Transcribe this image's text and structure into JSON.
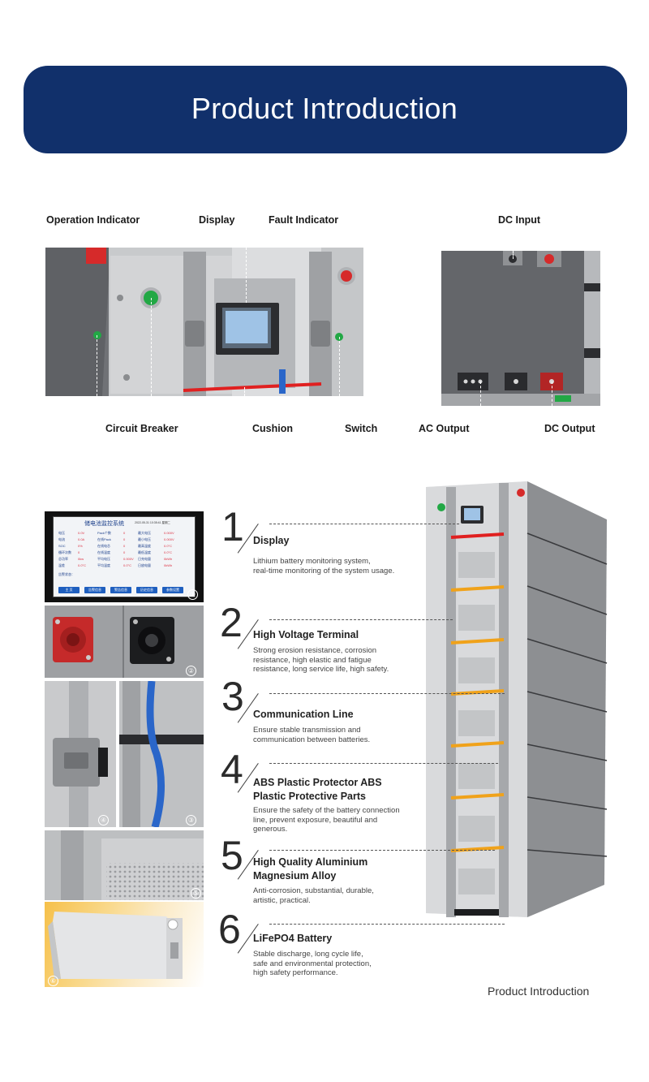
{
  "header": {
    "title": "Product Introduction"
  },
  "front_labels": {
    "operation_indicator": "Operation Indicator",
    "display": "Display",
    "fault_indicator": "Fault Indicator",
    "circuit_breaker": "Circuit Breaker",
    "cushion": "Cushion",
    "switch": "Switch"
  },
  "side_labels": {
    "dc_input": "DC Input",
    "ac_output": "AC Output",
    "dc_output": "DC Output"
  },
  "thumbnails": {
    "badges": [
      "①",
      "②",
      "④",
      "③",
      "⑤",
      "⑥"
    ],
    "screen": {
      "title": "储电池监控系统",
      "datetime": "2022-05-31 10:35:41 星期二",
      "rows": [
        [
          "电压",
          "0.0V",
          "Pack个数",
          "0",
          "最大电压",
          "0.000V"
        ],
        [
          "电流",
          "0.0A",
          "在线Pack",
          "0",
          "最小电压",
          "0.000V"
        ],
        [
          "SOC",
          "0%",
          "在线电芯",
          "0",
          "最高温度",
          "0.0°C"
        ],
        [
          "循环次数",
          "0",
          "在线温度",
          "0",
          "最低温度",
          "0.0°C"
        ],
        [
          "总功率",
          "0kw",
          "平均电压",
          "0.000V",
          "日充电量",
          "0kWh"
        ],
        [
          "温差",
          "0.0°C",
          "平均温度",
          "0.0°C",
          "日放电量",
          "0kWh"
        ]
      ],
      "status": "告警状态：",
      "buttons": [
        "主 页",
        "告警信息",
        "警告信息",
        "历史信息",
        "参数设置"
      ]
    }
  },
  "features": [
    {
      "num": "1",
      "title": "Display",
      "desc": [
        "Lithium battery monitoring system,",
        "real-time monitoring of the system usage."
      ]
    },
    {
      "num": "2",
      "title": "High Voltage Terminal",
      "desc": [
        "Strong erosion resistance, corrosion",
        "resistance, high elastic and fatigue",
        "resistance, long service life, high safety."
      ]
    },
    {
      "num": "3",
      "title": "Communication Line",
      "desc": [
        "Ensure stable transmission and",
        "communication between batteries."
      ]
    },
    {
      "num": "4",
      "title": "ABS Plastic Protector ABS Plastic Protective Parts",
      "title_lines": [
        "ABS Plastic Protector ABS",
        "Plastic Protective Parts"
      ],
      "desc": [
        "Ensure the safety of the battery connection",
        "line, prevent exposure, beautiful and",
        "generous."
      ]
    },
    {
      "num": "5",
      "title": "High Quality Aluminium Magnesium Alloy",
      "title_lines": [
        "High Quality Aluminium",
        "Magnesium Alloy"
      ],
      "desc": [
        "Anti-corrosion, substantial, durable,",
        "artistic, practical."
      ]
    },
    {
      "num": "6",
      "title": "LiFePO4 Battery",
      "desc": [
        "Stable discharge, long cycle life,",
        "safe and environmental protection,",
        "high safety performance."
      ]
    }
  ],
  "footer": {
    "caption": "Product Introduction"
  },
  "colors": {
    "banner": "#11306b",
    "green_indicator": "#22a845",
    "red_indicator": "#d62a2a",
    "cable_orange": "#f0a21a",
    "cable_red": "#e02020",
    "cable_blue": "#2a66c9"
  }
}
